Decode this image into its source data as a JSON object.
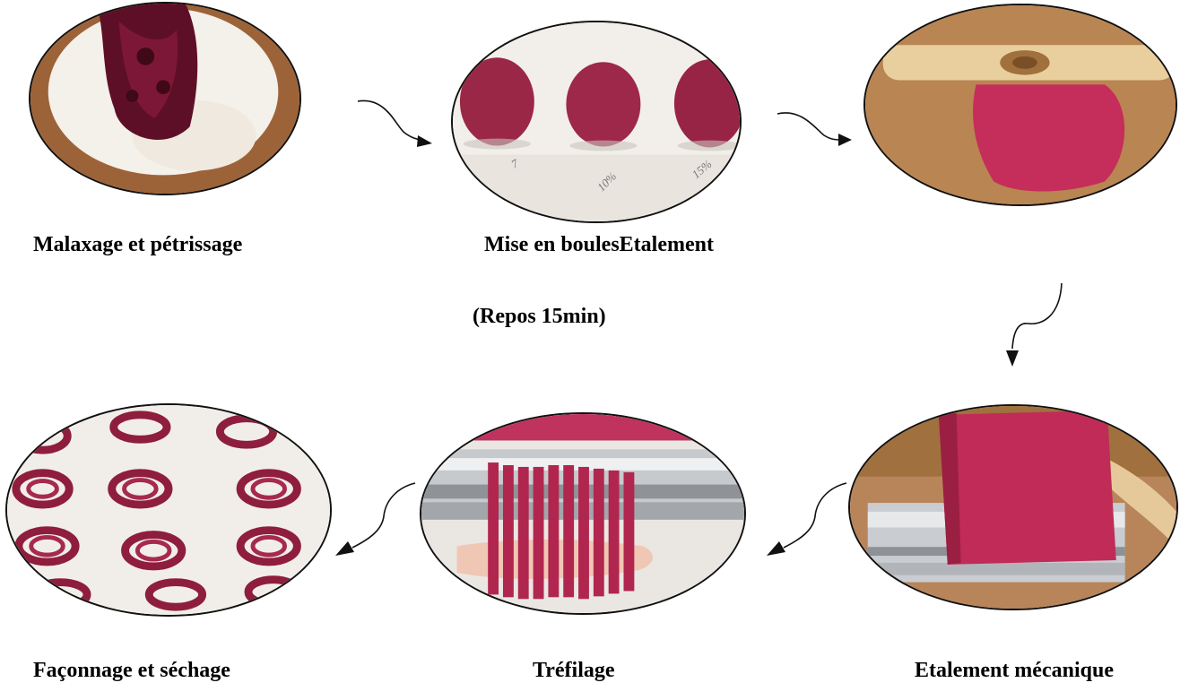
{
  "steps": [
    {
      "id": "malaxage",
      "label": "Malaxage et pétrissage"
    },
    {
      "id": "boules",
      "label": "Mise en boulesEtalement",
      "sublabel": "(Repos 15min)"
    },
    {
      "id": "etalement",
      "label": ""
    },
    {
      "id": "etalement-mecanique",
      "label": "Etalement mécanique"
    },
    {
      "id": "trefilage",
      "label": "Tréfilage"
    },
    {
      "id": "faconnage",
      "label": "Façonnage et séchage"
    }
  ],
  "photo_text": {
    "paper_marks": [
      "7",
      "10%",
      "15%"
    ]
  },
  "colors": {
    "dough": "#a3264a",
    "dough_dark": "#5e0f28",
    "flour": "#f3efe8",
    "wood": "#b27a45",
    "paper": "#f1eee9",
    "steel": "#b9bcc0",
    "outline": "#111111"
  }
}
